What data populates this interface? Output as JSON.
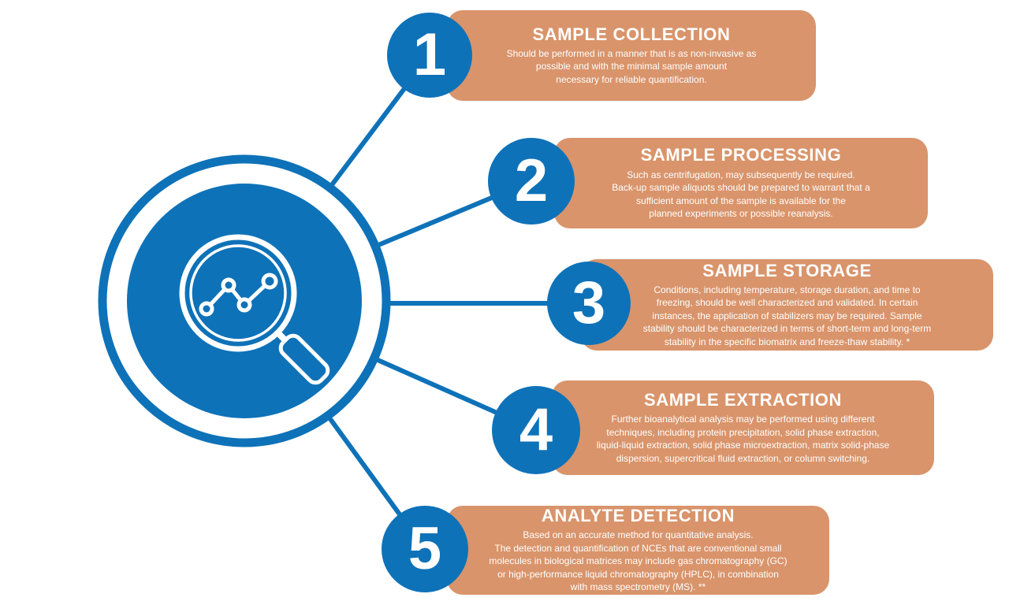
{
  "colors": {
    "primary_blue": "#0E72B8",
    "accent_orange": "#D9946B",
    "text_white": "#FFFFFF"
  },
  "hub": {
    "icon": "magnifier-trend-chart-icon"
  },
  "steps": [
    {
      "number": "1",
      "title": "SAMPLE COLLECTION",
      "description": "Should be performed in a manner that is as non-invasive as\npossible and with the minimal sample amount\nnecessary for reliable quantification."
    },
    {
      "number": "2",
      "title": "SAMPLE PROCESSING",
      "description": "Such as centrifugation, may subsequently be required.\nBack-up sample aliquots should be prepared to warrant that a\nsufficient amount of the sample is available for the\nplanned experiments or possible reanalysis."
    },
    {
      "number": "3",
      "title": "SAMPLE STORAGE",
      "description": "Conditions, including temperature, storage duration, and time to\nfreezing, should be well characterized and validated. In certain\ninstances, the application of stabilizers may be required. Sample\nstability should be characterized in terms of short-term and long-term\nstability in the specific biomatrix and freeze-thaw stability. *"
    },
    {
      "number": "4",
      "title": "SAMPLE EXTRACTION",
      "description": "Further bioanalytical analysis may be performed using different\ntechniques, including protein precipitation, solid phase extraction,\nliquid-liquid extraction, solid phase microextraction, matrix solid-phase\ndispersion, supercritical fluid extraction, or column switching."
    },
    {
      "number": "5",
      "title": "ANALYTE DETECTION",
      "description": "Based on an accurate method for quantitative analysis.\nThe detection and quantification of NCEs that are conventional small\nmolecules in biological matrices may include gas chromatography (GC)\nor high-performance liquid chromatography (HPLC), in combination\nwith mass spectrometry (MS). **"
    }
  ]
}
